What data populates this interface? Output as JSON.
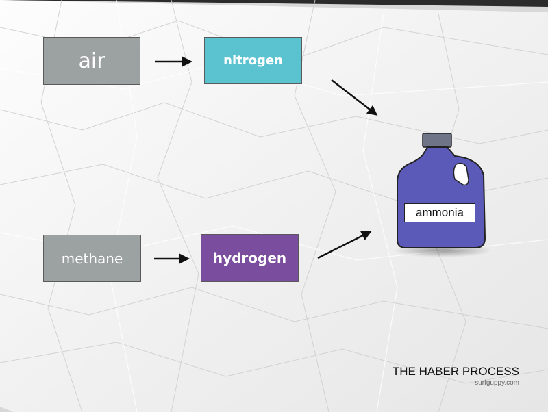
{
  "nodes": {
    "air": "air",
    "nitrogen": "nitrogen",
    "methane": "methane",
    "hydrogen": "hydrogen",
    "ammonia": "ammonia"
  },
  "title": "THE HABER PROCESS",
  "credit": "surfguppy.com",
  "colors": {
    "gray_box": "#9ca1a1",
    "nitrogen_box": "#5bc3d0",
    "hydrogen_box": "#7a4d9e",
    "jug": "#5b5ab8",
    "cap": "#6f7586"
  },
  "icons": [
    "ammonia-jug-icon"
  ]
}
